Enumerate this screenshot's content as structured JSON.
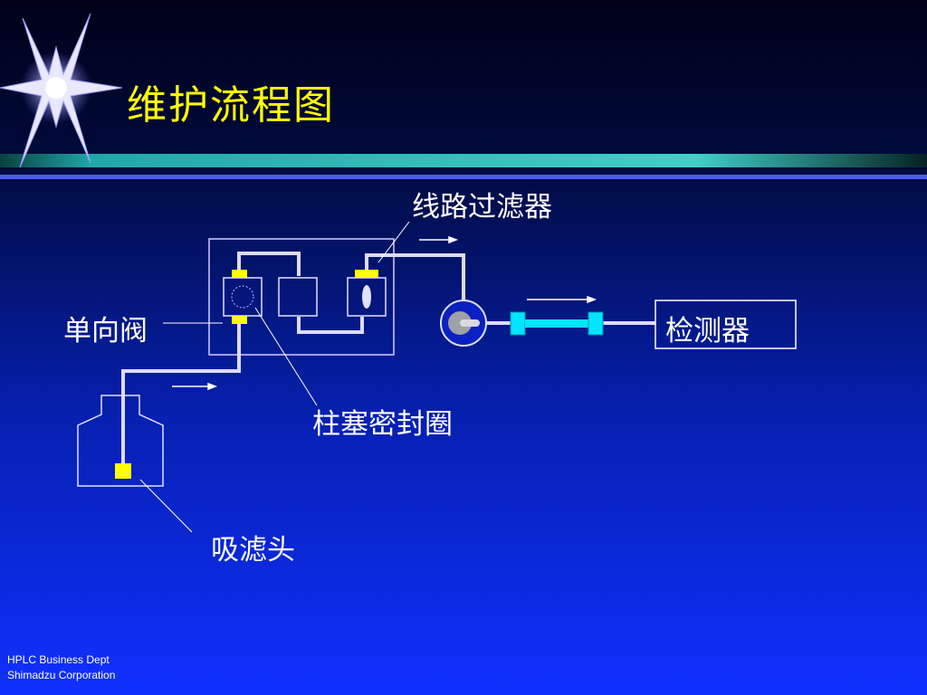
{
  "title": "维护流程图",
  "labels": {
    "line_filter": "线路过滤器",
    "check_valve": "单向阀",
    "detector": "检测器",
    "piston_seal": "柱塞密封圈",
    "suction_filter": "吸滤头"
  },
  "footer": {
    "line1": "HPLC Business Dept",
    "line2": "Shimadzu Corporation"
  },
  "colors": {
    "title": "#ffff00",
    "filter_yellow": "#ffff00",
    "column_cyan": "#00e5ff",
    "tubing": "#e0e0ff"
  },
  "icons": [
    "star-burst-icon"
  ]
}
